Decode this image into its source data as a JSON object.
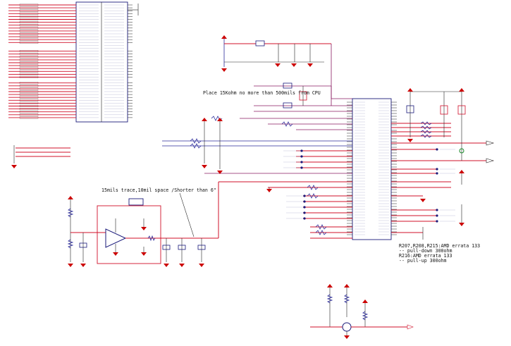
{
  "notes": {
    "trace_note": "15mils trace,10mil space /Shorter than 6\"",
    "place_note": "Place 15Kohm no more than 500mils from CPU",
    "errata_line1": "R207,R208,R215:AMD errata 133",
    "errata_line2": "-- pull-down 300ohm",
    "errata_line3": "R216:AMD errata 133",
    "errata_line4": "-- pull-up 300ohm"
  },
  "colors": {
    "wire_red": "#d0102a",
    "wire_blue": "#2a2a9a",
    "wire_black": "#222222",
    "wire_purple": "#8a1a60",
    "component_blue": "#1a1a7a",
    "ground_red": "#cc0000",
    "text_dark": "#111111"
  },
  "icons": {
    "ground": "gnd-triangle-icon",
    "power": "vcc-arrow-icon",
    "resistor": "resistor-zigzag-icon",
    "capacitor": "capacitor-plates-icon",
    "transistor": "npn-transistor-icon",
    "opamp": "opamp-triangle-icon",
    "connector": "net-port-icon"
  }
}
